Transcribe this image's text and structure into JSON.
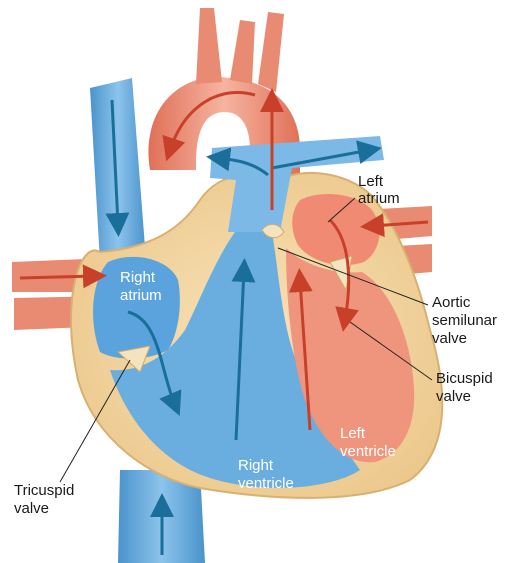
{
  "labels": {
    "left_atrium": [
      "Left",
      "atrium"
    ],
    "right_atrium": [
      "Right",
      "atrium"
    ],
    "aortic_valve": [
      "Aortic",
      "semilunar",
      "valve"
    ],
    "bicuspid_valve": [
      "Bicuspid",
      "valve"
    ],
    "left_ventricle": [
      "Left",
      "ventricle"
    ],
    "right_ventricle": [
      "Right",
      "ventricle"
    ],
    "tricuspid_valve": [
      "Tricuspid",
      "valve"
    ]
  },
  "colors": {
    "oxygen_poor": "#6aaee0",
    "oxygen_rich": "#ec8f78",
    "heart_wall": "#f4d7a4",
    "arrow_blue": "#1a6f9a",
    "arrow_red": "#c8402a"
  }
}
